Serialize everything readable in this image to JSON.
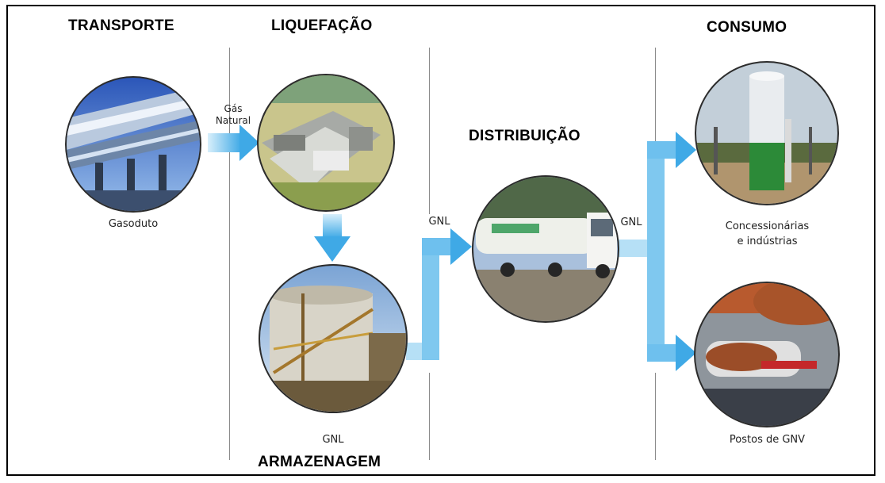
{
  "headings": {
    "transporte": "TRANSPORTE",
    "liquefacao": "LIQUEFAÇÃO",
    "distribuicao": "DISTRIBUIÇÃO",
    "consumo": "CONSUMO",
    "armazenagem": "ARMAZENAGEM"
  },
  "labels": {
    "gasoduto": "Gasoduto",
    "gas_natural_line1": "Gás",
    "gas_natural_line2": "Natural",
    "gnl_storage": "GNL",
    "gnl_to_truck": "GNL",
    "gnl_from_truck": "GNL",
    "concessionarias_line1": "Concessionárias",
    "concessionarias_line2": "e indústrias",
    "postos": "Postos de GNV"
  },
  "colors": {
    "arrow": "#58b8ea",
    "arrow_light": "#b6e0f6",
    "divider": "#8a8a8a"
  },
  "icons": {
    "pipeline": "gas-pipeline-photo",
    "plant": "liquefaction-plant-photo",
    "storage": "storage-tank-photo",
    "truck": "tanker-truck-photo",
    "industry": "industrial-tank-photo",
    "station": "fuel-nozzle-photo"
  }
}
